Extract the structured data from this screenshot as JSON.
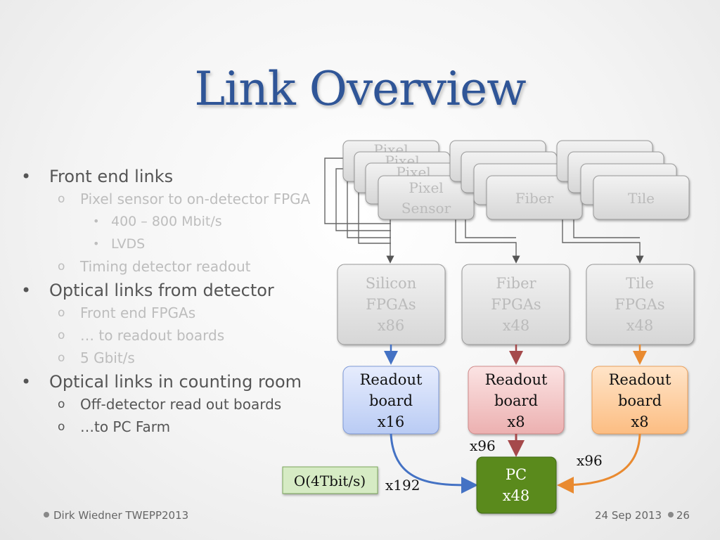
{
  "slide": {
    "title": "Link Overview",
    "footer_author": "Dirk Wiedner TWEPP2013",
    "footer_date": "24 Sep 2013",
    "page_number": "26"
  },
  "bullets": [
    {
      "text": "Front end links",
      "subs": [
        {
          "text": "Pixel sensor to on-detector FPGA",
          "subs": [
            "400 – 800 Mbit/s",
            "LVDS"
          ]
        },
        {
          "text": "Timing detector readout",
          "subs": []
        }
      ]
    },
    {
      "text": "Optical links from detector",
      "subs": [
        {
          "text": "Front end FPGAs",
          "subs": []
        },
        {
          "text": "… to readout boards",
          "subs": []
        },
        {
          "text": "5 Gbit/s",
          "subs": []
        }
      ]
    },
    {
      "text": "Optical links in counting room",
      "subs": [
        {
          "text": "Off-detector read out boards",
          "subs": []
        },
        {
          "text": "…to PC Farm",
          "subs": []
        }
      ]
    }
  ],
  "diagram": {
    "sensors": {
      "pixel_line1": "Pixel",
      "pixel_line2": "Sensor",
      "fiber": "Fiber",
      "tile": "Tile"
    },
    "fpgas": {
      "silicon": [
        "Silicon",
        "FPGAs",
        "x86"
      ],
      "fiber": [
        "Fiber",
        "FPGAs",
        "x48"
      ],
      "tile": [
        "Tile",
        "FPGAs",
        "x48"
      ]
    },
    "readout": {
      "silicon": [
        "Readout",
        "board",
        "x16"
      ],
      "fiber": [
        "Readout",
        "board",
        "x8"
      ],
      "tile": [
        "Readout",
        "board",
        "x8"
      ]
    },
    "pc": [
      "PC",
      "x48"
    ],
    "link_counts": {
      "silicon": "x192",
      "fiber": "x96",
      "tile": "x96"
    },
    "bandwidth": "O(4Tbit/s)",
    "colors": {
      "silicon": "#4472c4",
      "fiber": "#a5494b",
      "tile": "#e98a30",
      "pc_fill": "#5a8a1e",
      "readout_blue": "#d3defa",
      "readout_red": "#f3c7c7",
      "readout_orange": "#fed2a6",
      "bandwidth_fill": "#d6ebc4",
      "title": "#2f5597"
    }
  }
}
